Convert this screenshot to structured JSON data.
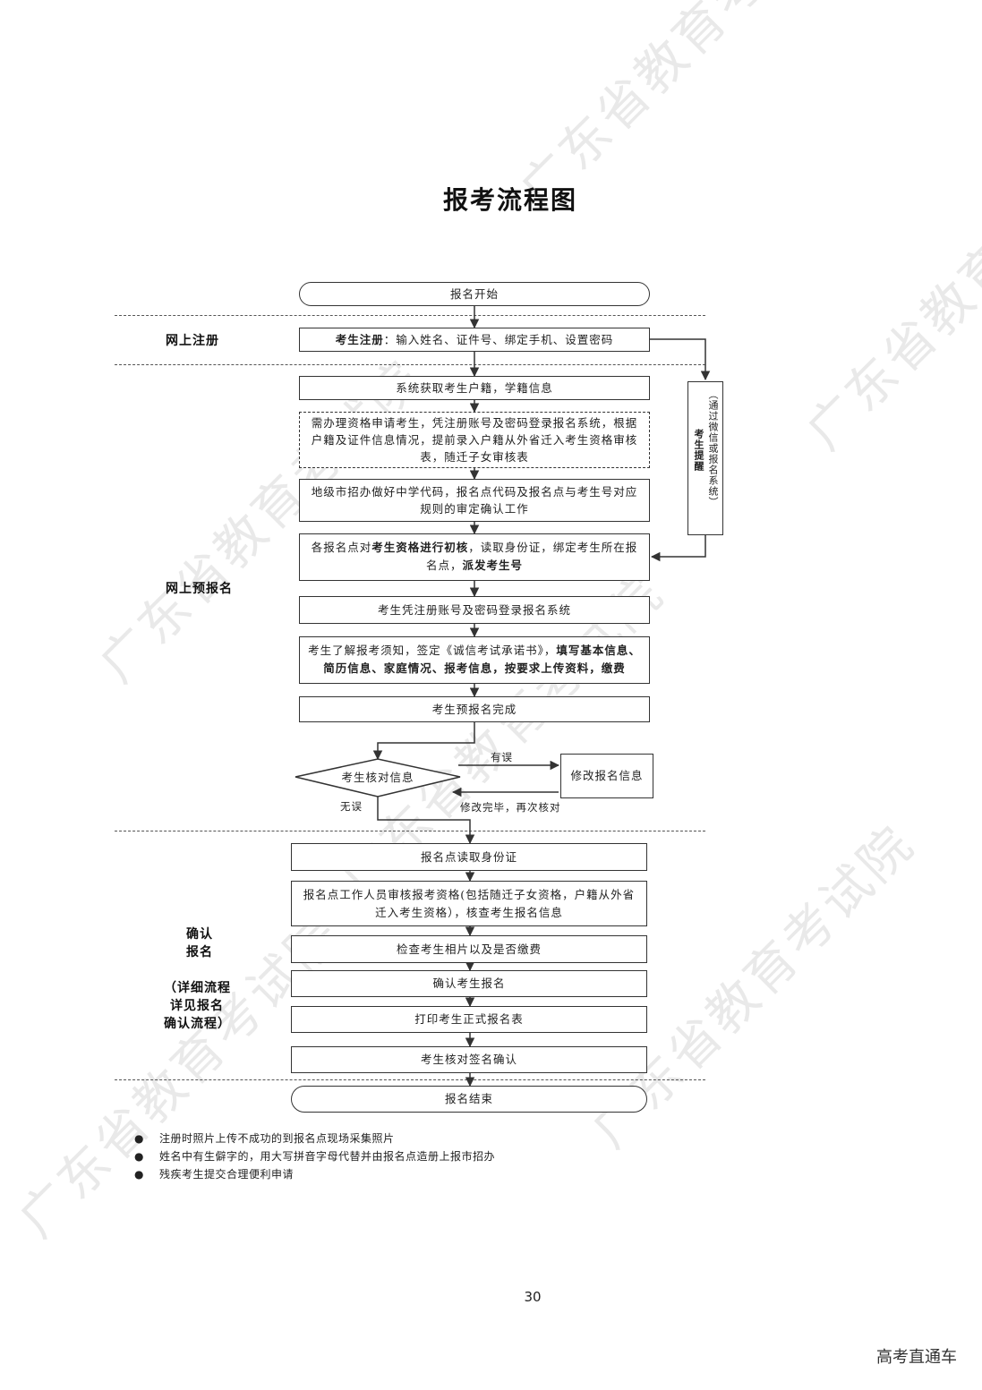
{
  "title": "报考流程图",
  "sections": {
    "online_register": "网上注册",
    "online_pre_register": "网上预报名",
    "confirm_line1": "确认",
    "confirm_line2": "报名",
    "confirm_detail1": "（详细流程",
    "confirm_detail2": "详见报名",
    "confirm_detail3": "确认流程）"
  },
  "steps": {
    "start": "报名开始",
    "register_bold": "考生注册",
    "register_rest": "：输入姓名、证件号、绑定手机、设置密码",
    "get_info": "系统获取考生户籍，学籍信息",
    "qualification": "需办理资格申请考生，凭注册账号及密码登录报名系统，根据户籍及证件信息情况，提前录入户籍从外省迁入考生资格审核表，随迁子女审核表",
    "city_office": "地级市招办做好中学代码，报名点代码及报名点与考生号对应规则的审定确认工作",
    "site_a": "各报名点对",
    "site_b": "考生资格进行初核",
    "site_c": "，读取身份证，绑定考生所在报名点，",
    "site_d": "派发考生号",
    "login": "考生凭注册账号及密码登录报名系统",
    "fill_a": "考生了解报考须知，签定《诚信考试承诺书》，",
    "fill_b": "填写基本信息、简历信息、家庭情况、报考信息，按要求上传资料，缴费",
    "pre_done": "考生预报名完成",
    "check": "考生核对信息",
    "modify": "修改报名信息",
    "read_id": "报名点读取身份证",
    "audit": "报名点工作人员审核报考资格(包括随迁子女资格，户籍从外省迁入考生资格），核查考生报名信息",
    "photo_fee": "检查考生相片以及是否缴费",
    "confirm": "确认考生报名",
    "print": "打印考生正式报名表",
    "sign": "考生核对签名确认",
    "end": "报名结束"
  },
  "side": {
    "label": "考生提醒",
    "channel": "（通过微信或报名系统）"
  },
  "branch": {
    "error": "有误",
    "ok": "无误",
    "recheck": "修改完毕，再次核对"
  },
  "notes": [
    "注册时照片上传不成功的到报名点现场采集照片",
    "姓名中有生僻字的，用大写拼音字母代替并由报名点造册上报市招办",
    "残疾考生提交合理便利申请"
  ],
  "bullet": "●",
  "page_number": "30",
  "brand": "高考直通车",
  "watermark": "广东省教育考试院"
}
